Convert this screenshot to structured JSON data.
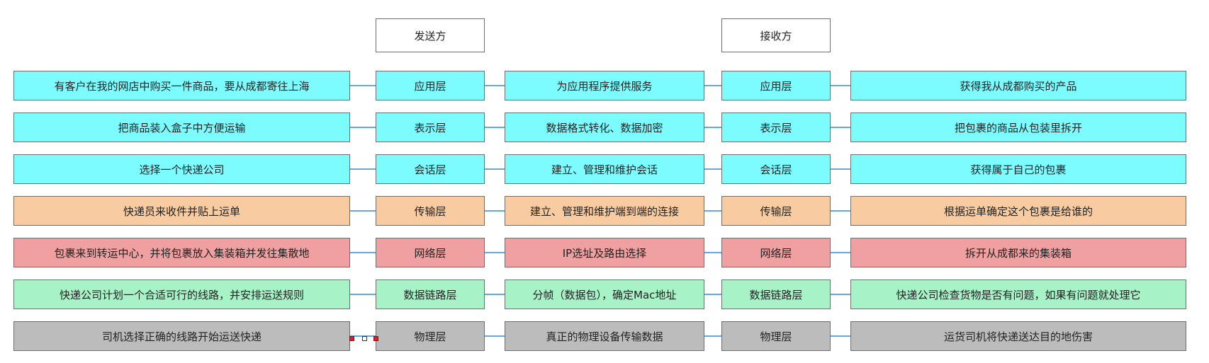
{
  "headers": {
    "sender": "发送方",
    "receiver": "接收方"
  },
  "colors": {
    "application": "#7dfcff",
    "transport": "#f8cba0",
    "network": "#f0a0a0",
    "datalink": "#a8f2c8",
    "physical": "#bcbcbc",
    "connector": "#2b8fd0",
    "handle_fill": "#e02020",
    "handle_fill_center": "#ffffff"
  },
  "rows": [
    {
      "sender_example": "有客户在我的网店中购买一件商品，要从成都寄往上海",
      "sender_layer": "应用层",
      "function": "为应用程序提供服务",
      "receiver_layer": "应用层",
      "receiver_example": "获得我从成都购买的产品",
      "color_key": "application"
    },
    {
      "sender_example": "把商品装入盒子中方便运输",
      "sender_layer": "表示层",
      "function": "数据格式转化、数据加密",
      "receiver_layer": "表示层",
      "receiver_example": "把包裹的商品从包装里拆开",
      "color_key": "application"
    },
    {
      "sender_example": "选择一个快递公司",
      "sender_layer": "会话层",
      "function": "建立、管理和维护会话",
      "receiver_layer": "会话层",
      "receiver_example": "获得属于自己的包裹",
      "color_key": "application"
    },
    {
      "sender_example": "快递员来收件并贴上运单",
      "sender_layer": "传输层",
      "function": "建立、管理和维护端到端的连接",
      "receiver_layer": "传输层",
      "receiver_example": "根据运单确定这个包裹是给谁的",
      "color_key": "transport"
    },
    {
      "sender_example": "包裹来到转运中心，并将包裹放入集装箱并发往集散地",
      "sender_layer": "网络层",
      "function": "IP选址及路由选择",
      "receiver_layer": "网络层",
      "receiver_example": "拆开从成都来的集装箱",
      "color_key": "network"
    },
    {
      "sender_example": "快递公司计划一个合适可行的线路，并安排运送规则",
      "sender_layer": "数据链路层",
      "function": "分帧（数据包），确定Mac地址",
      "receiver_layer": "数据链路层",
      "receiver_example": "快递公司检查货物是否有问题，如果有问题就处理它",
      "color_key": "datalink"
    },
    {
      "sender_example": "司机选择正确的线路开始运送快递",
      "sender_layer": "物理层",
      "function": "真正的物理设备传输数据",
      "receiver_layer": "物理层",
      "receiver_example": "运货司机将快递送达目的地伤害",
      "color_key": "physical"
    }
  ]
}
